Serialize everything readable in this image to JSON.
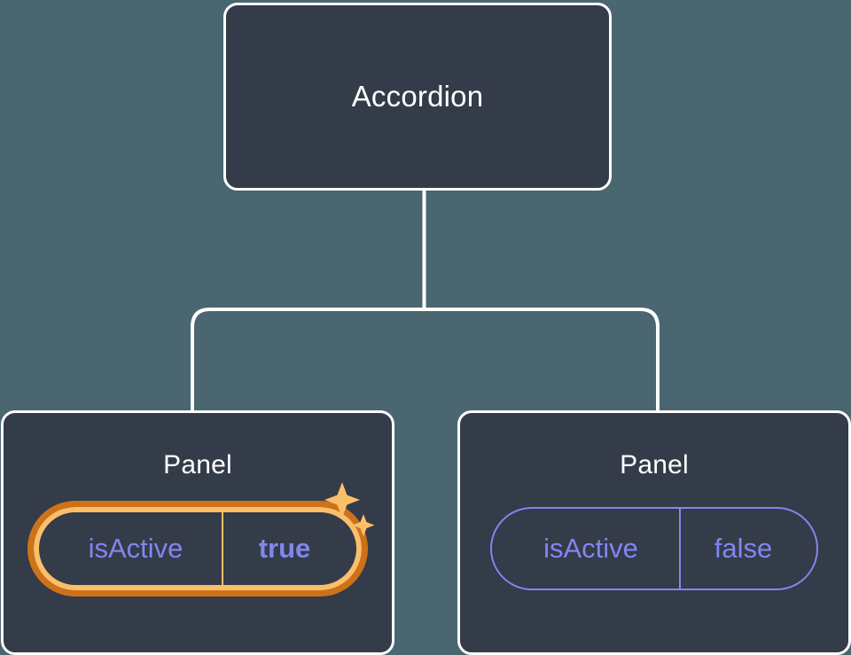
{
  "theme": {
    "page_background": "#4a6670",
    "node_fill": "#343b49",
    "node_border": "#ffffff",
    "connector_color": "#ffffff",
    "prop_accent": "#8186f0",
    "highlight_inner": "#fbbf6a",
    "highlight_outer": "#ce7219",
    "title_color": "#ffffff"
  },
  "tree": {
    "root": {
      "title": "Accordion"
    },
    "children": [
      {
        "title": "Panel",
        "highlighted": true,
        "prop": {
          "key": "isActive",
          "value": "true",
          "value_bold": true
        },
        "sparkle_icon": "sparkles-icon"
      },
      {
        "title": "Panel",
        "highlighted": false,
        "prop": {
          "key": "isActive",
          "value": "false",
          "value_bold": false
        }
      }
    ]
  }
}
